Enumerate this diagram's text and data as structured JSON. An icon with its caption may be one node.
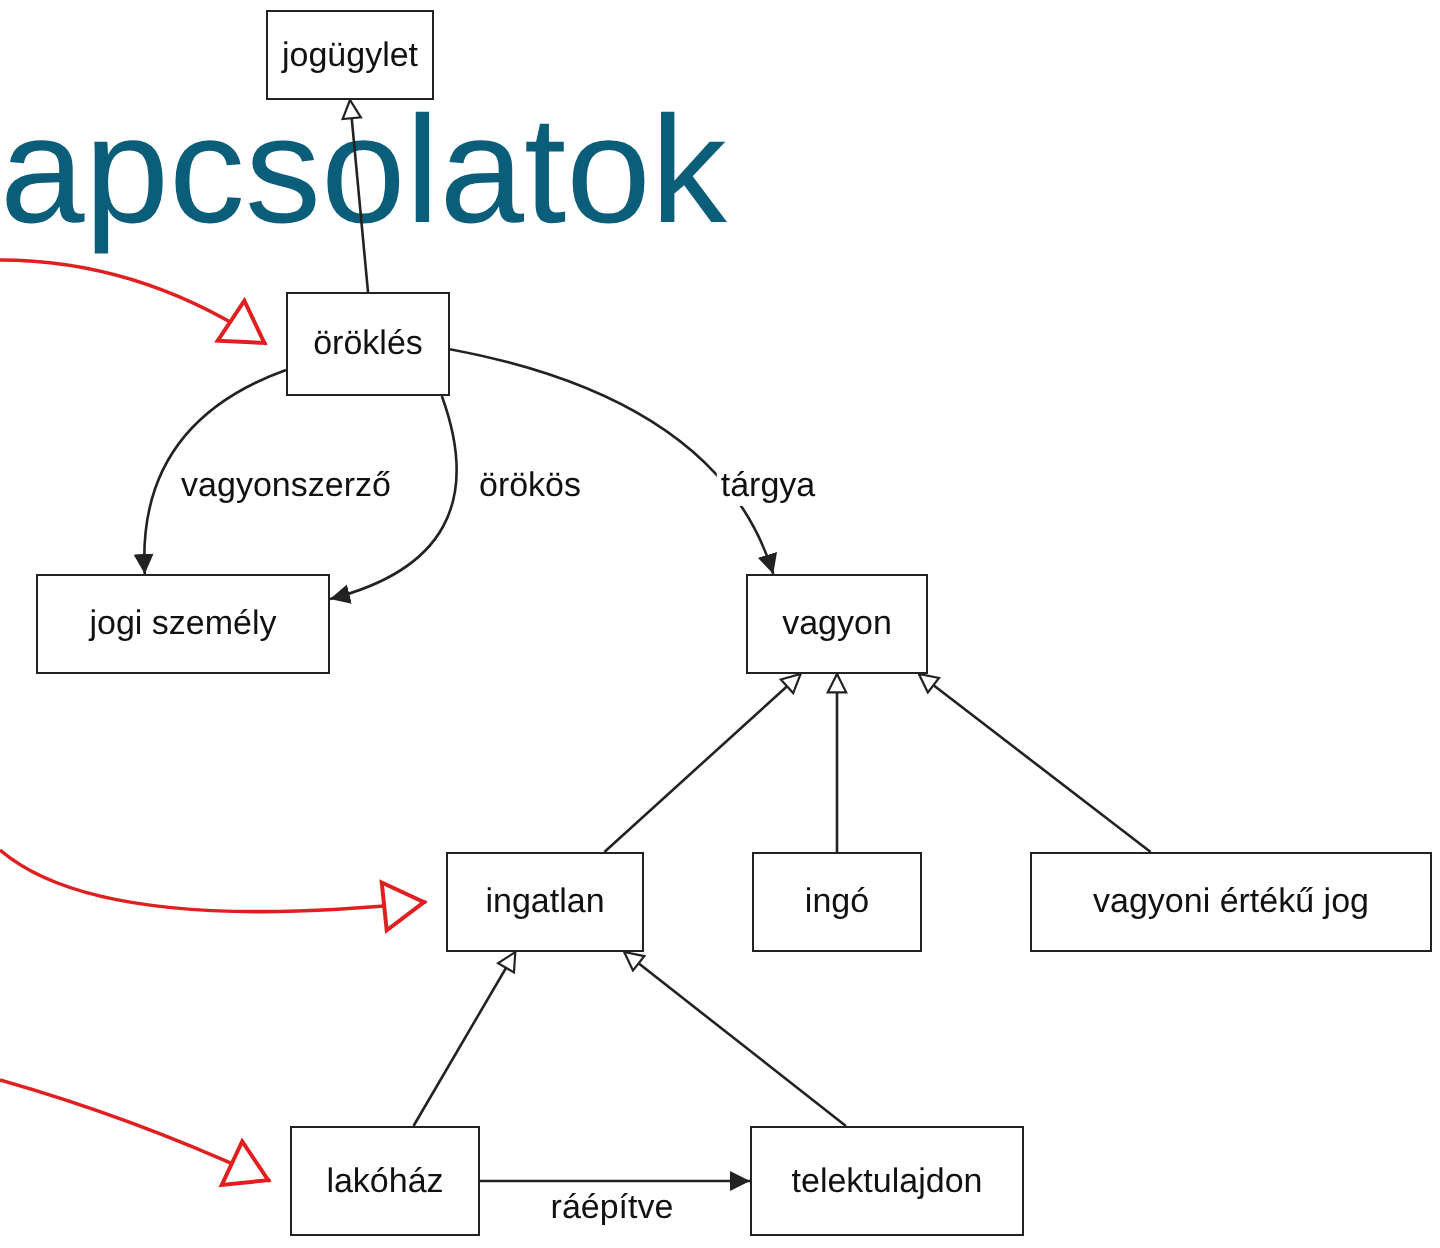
{
  "diagram": {
    "title": "apcsolatok",
    "nodes": [
      {
        "text": [
          "jogügylet"
        ]
      },
      {
        "text": [
          "öröklés"
        ]
      },
      {
        "text": [
          "jogi személy"
        ]
      },
      {
        "text": [
          "vagyon"
        ]
      },
      {
        "text": [
          "ingatlan"
        ]
      },
      {
        "text": [
          "ingó"
        ]
      },
      {
        "text": [
          "vagyoni értékű jog"
        ]
      },
      {
        "text": [
          "lakóház"
        ]
      },
      {
        "text": [
          "telektulajdon"
        ]
      }
    ],
    "edges": [
      {
        "from": 1,
        "to": 0,
        "arrow": "to"
      },
      {
        "from": 1,
        "to": 2,
        "arrow": "to",
        "label": "vagyonszerző"
      },
      {
        "from": 1,
        "to": 2,
        "arrow": "to",
        "label": "örökös"
      },
      {
        "from": 1,
        "to": 3,
        "arrow": "to",
        "label": "tárgya"
      },
      {
        "from": 4,
        "to": 3,
        "arrow": "to"
      },
      {
        "from": 5,
        "to": 3,
        "arrow": "to"
      },
      {
        "from": 6,
        "to": 3,
        "arrow": "to"
      },
      {
        "from": 7,
        "to": 4,
        "arrow": "to"
      },
      {
        "from": 8,
        "to": 4,
        "arrow": "to"
      },
      {
        "from": 7,
        "to": 8,
        "arrow": "to",
        "label": "ráépítve"
      },
      {
        "from": null,
        "to": 1,
        "arrow": "to",
        "color": "#e02020"
      },
      {
        "from": null,
        "to": 4,
        "arrow": "to",
        "color": "#e02020"
      },
      {
        "from": null,
        "to": 7,
        "arrow": "to",
        "color": "#e02020"
      }
    ]
  }
}
